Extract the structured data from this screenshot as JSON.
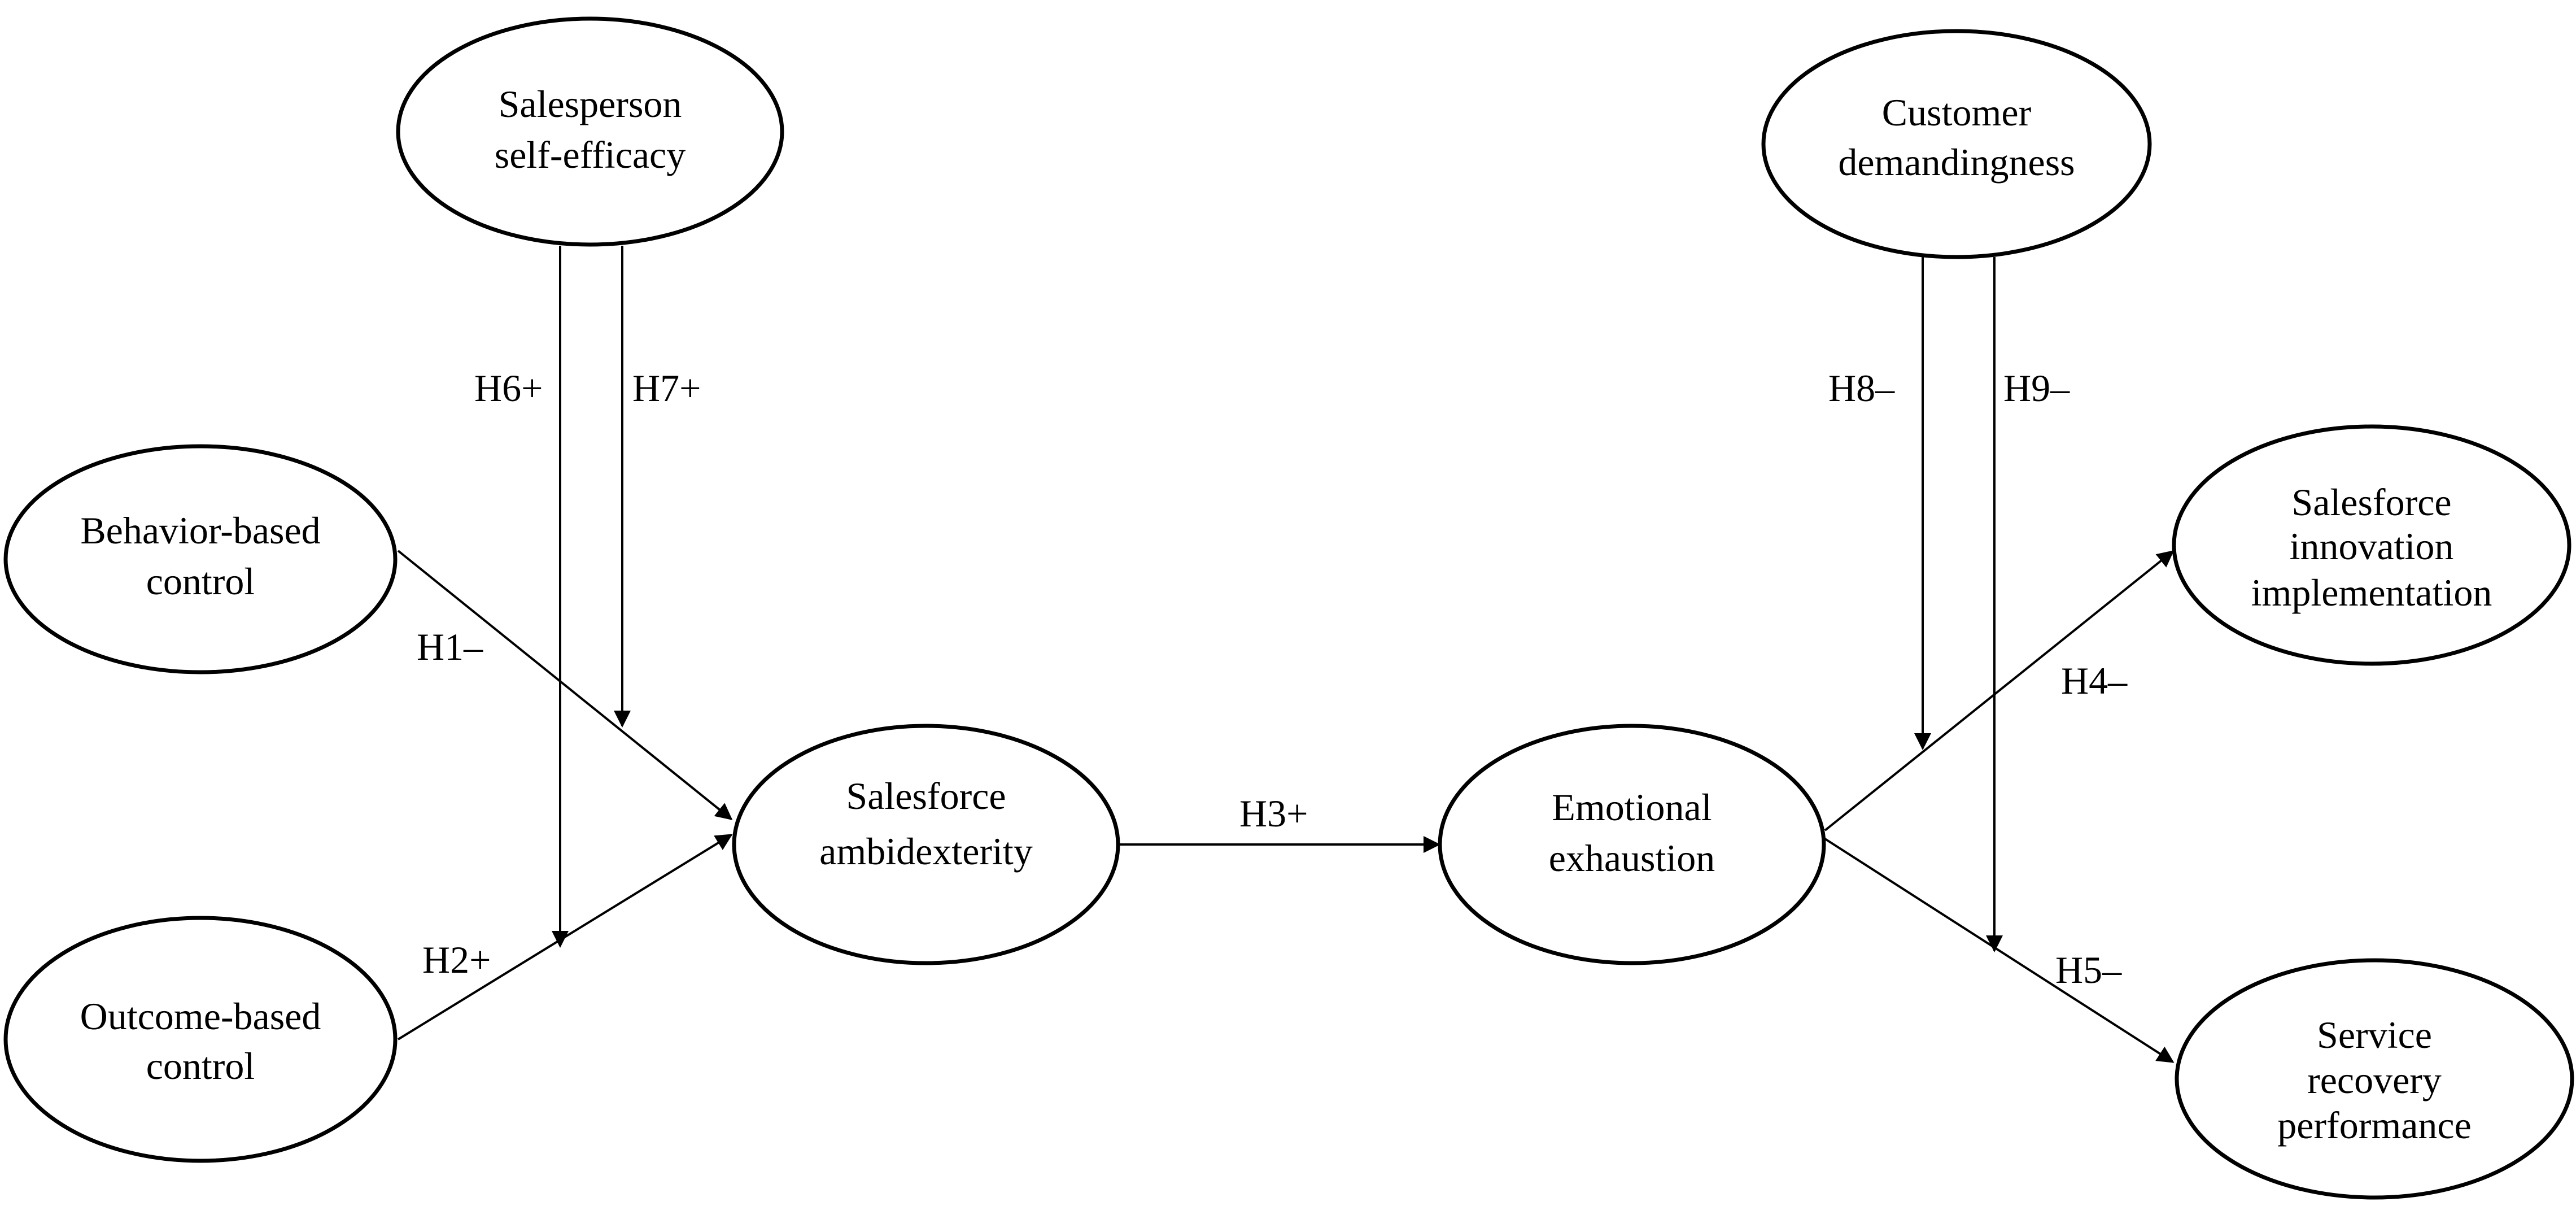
{
  "nodes": {
    "self_efficacy": {
      "lines": [
        "Salesperson",
        "self-efficacy"
      ]
    },
    "customer_demandingness": {
      "lines": [
        "Customer",
        "demandingness"
      ]
    },
    "behavior_control": {
      "lines": [
        "Behavior-based",
        "control"
      ]
    },
    "outcome_control": {
      "lines": [
        "Outcome-based",
        "control"
      ]
    },
    "ambidexterity": {
      "lines": [
        "Salesforce",
        "ambidexterity"
      ]
    },
    "exhaustion": {
      "lines": [
        "Emotional",
        "exhaustion"
      ]
    },
    "innovation": {
      "lines": [
        "Salesforce",
        "innovation",
        "implementation"
      ]
    },
    "service_recovery": {
      "lines": [
        "Service",
        "recovery",
        "performance"
      ]
    }
  },
  "edges": {
    "h1": {
      "label": "H1–"
    },
    "h2": {
      "label": "H2+"
    },
    "h3": {
      "label": "H3+"
    },
    "h4": {
      "label": "H4–"
    },
    "h5": {
      "label": "H5–"
    },
    "h6": {
      "label": "H6+"
    },
    "h7": {
      "label": "H7+"
    },
    "h8": {
      "label": "H8–"
    },
    "h9": {
      "label": "H9–"
    }
  },
  "colors": {
    "line": "#000000",
    "background": "#ffffff"
  }
}
